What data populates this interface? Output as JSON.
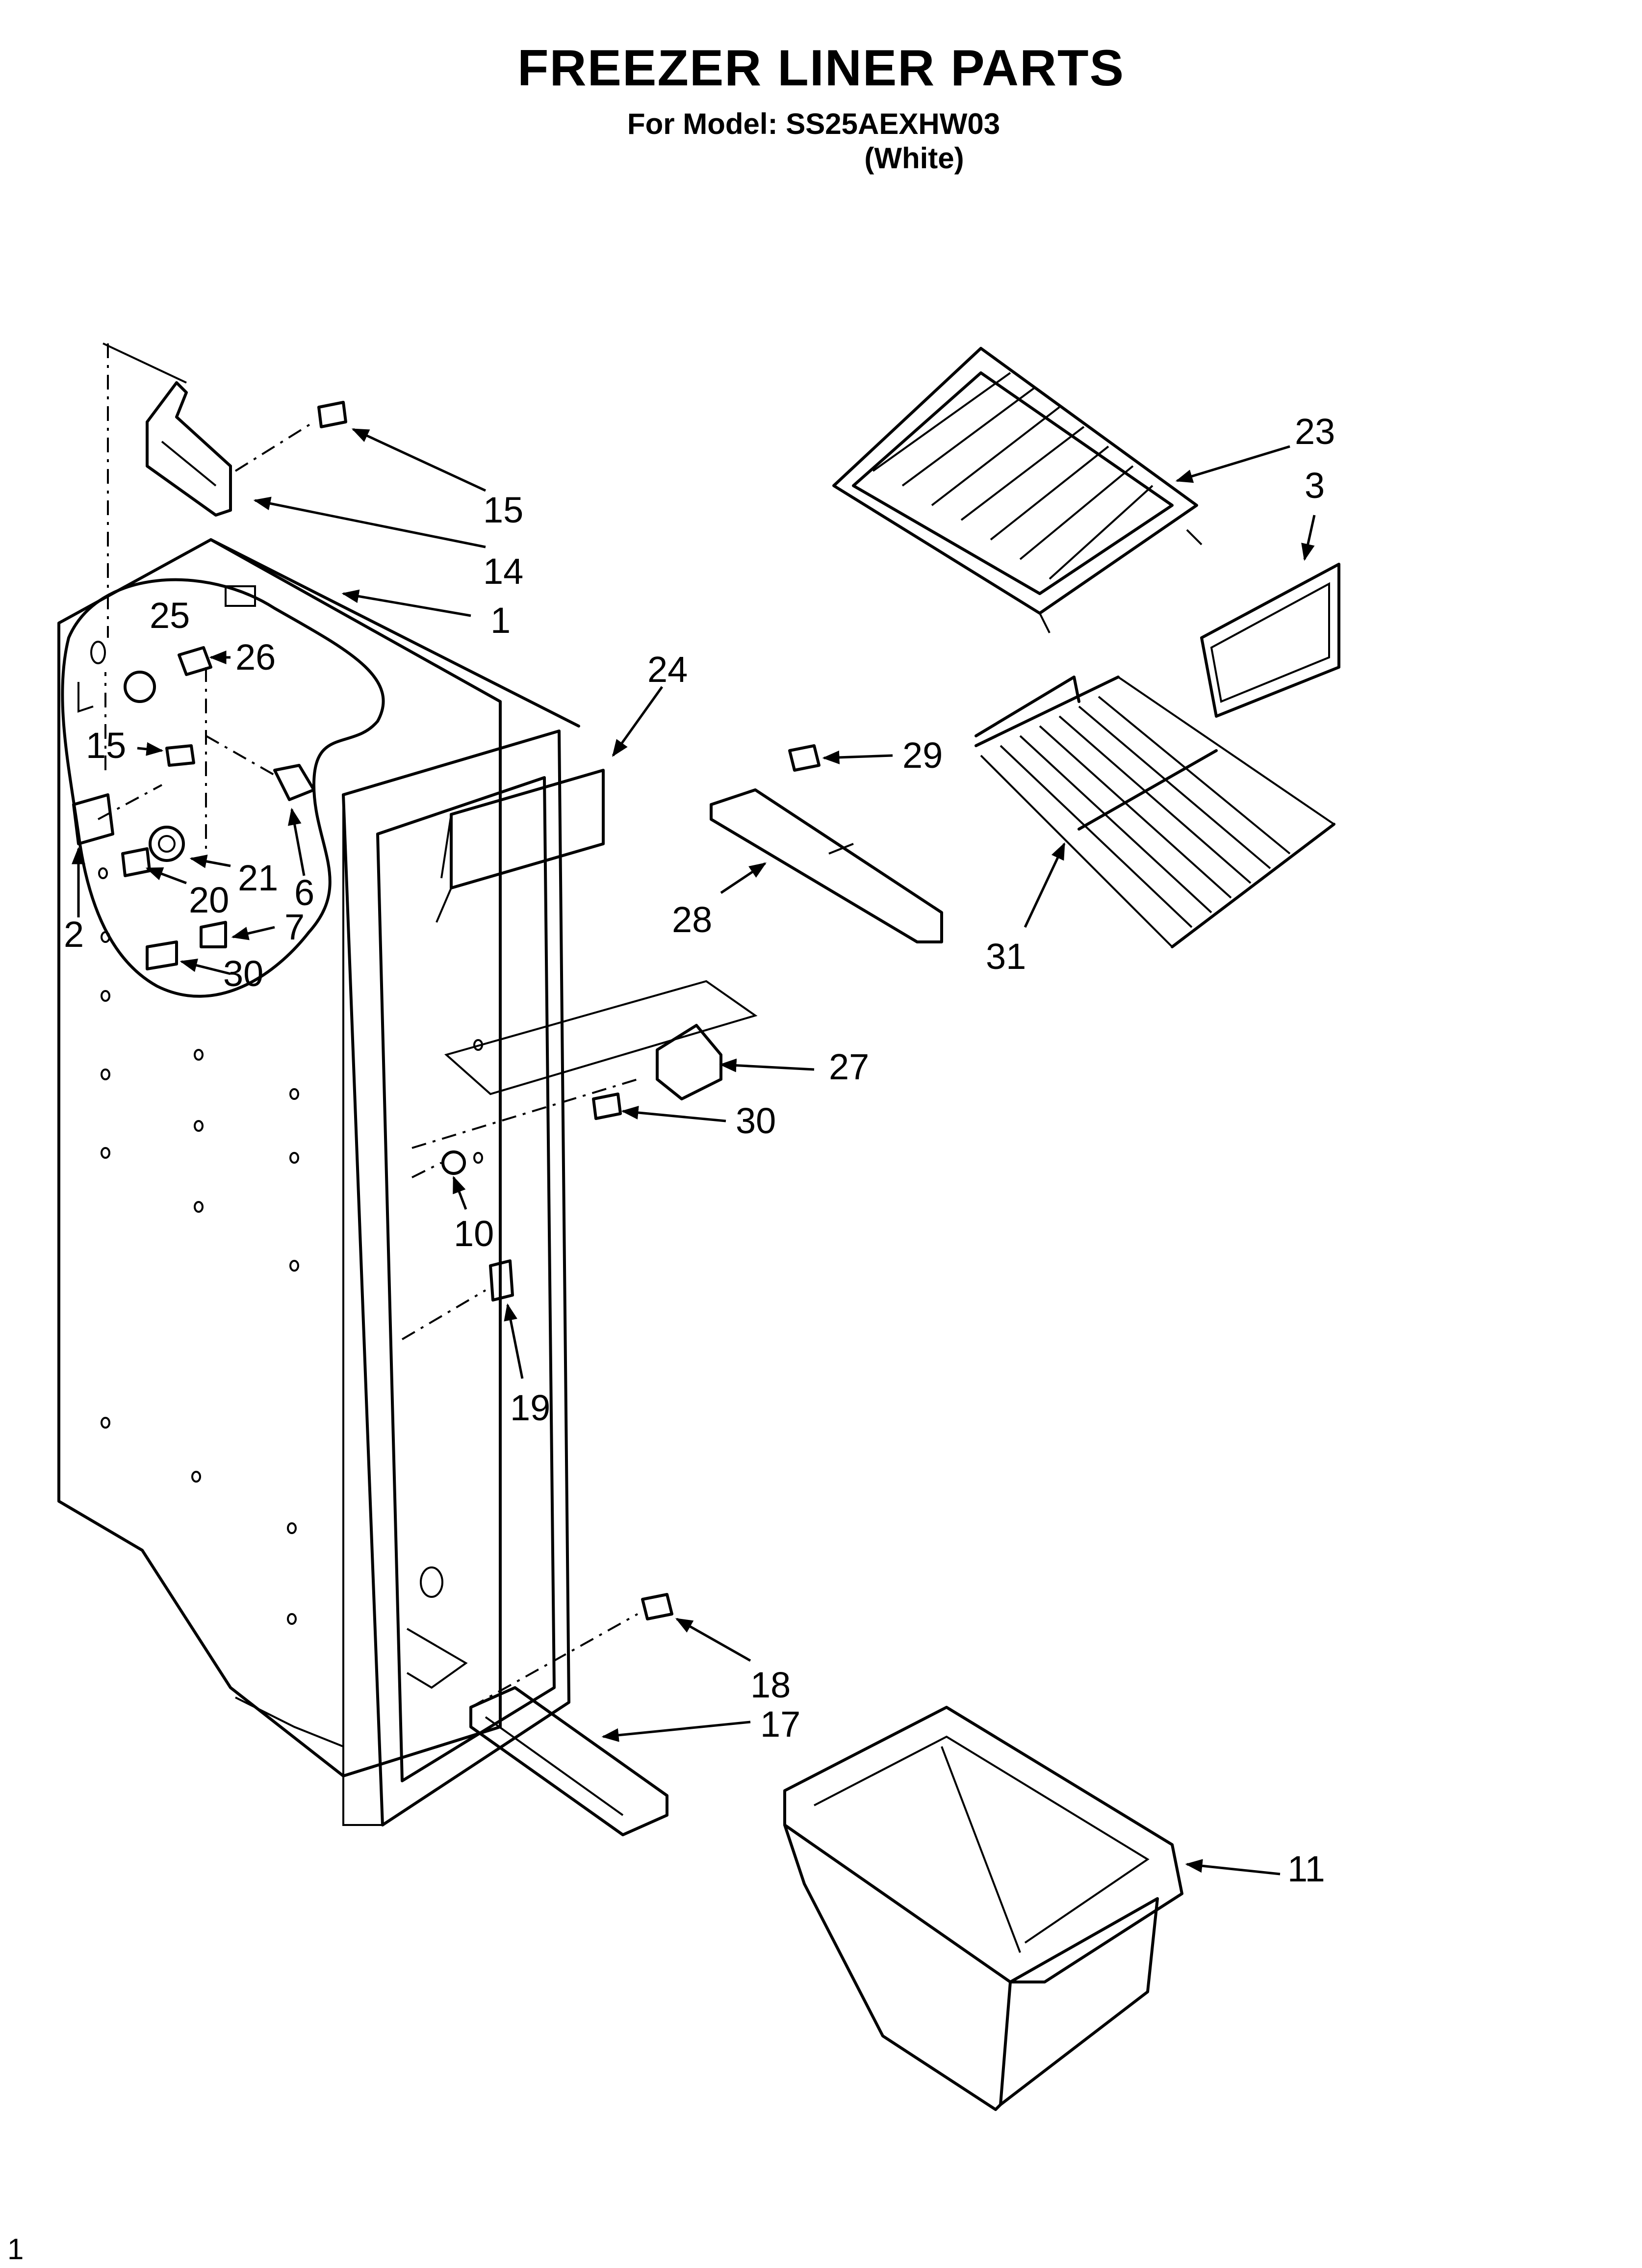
{
  "header": {
    "title": "FREEZER LINER PARTS",
    "model_line": "For Model: SS25AEXHW03",
    "color_line": "(White)"
  },
  "callouts": [
    "1",
    "2",
    "3",
    "6",
    "7",
    "10",
    "11",
    "14",
    "15",
    "15",
    "17",
    "18",
    "19",
    "20",
    "21",
    "23",
    "24",
    "25",
    "26",
    "27",
    "28",
    "29",
    "30",
    "30",
    "31"
  ],
  "footer": {
    "page_number": "1"
  }
}
